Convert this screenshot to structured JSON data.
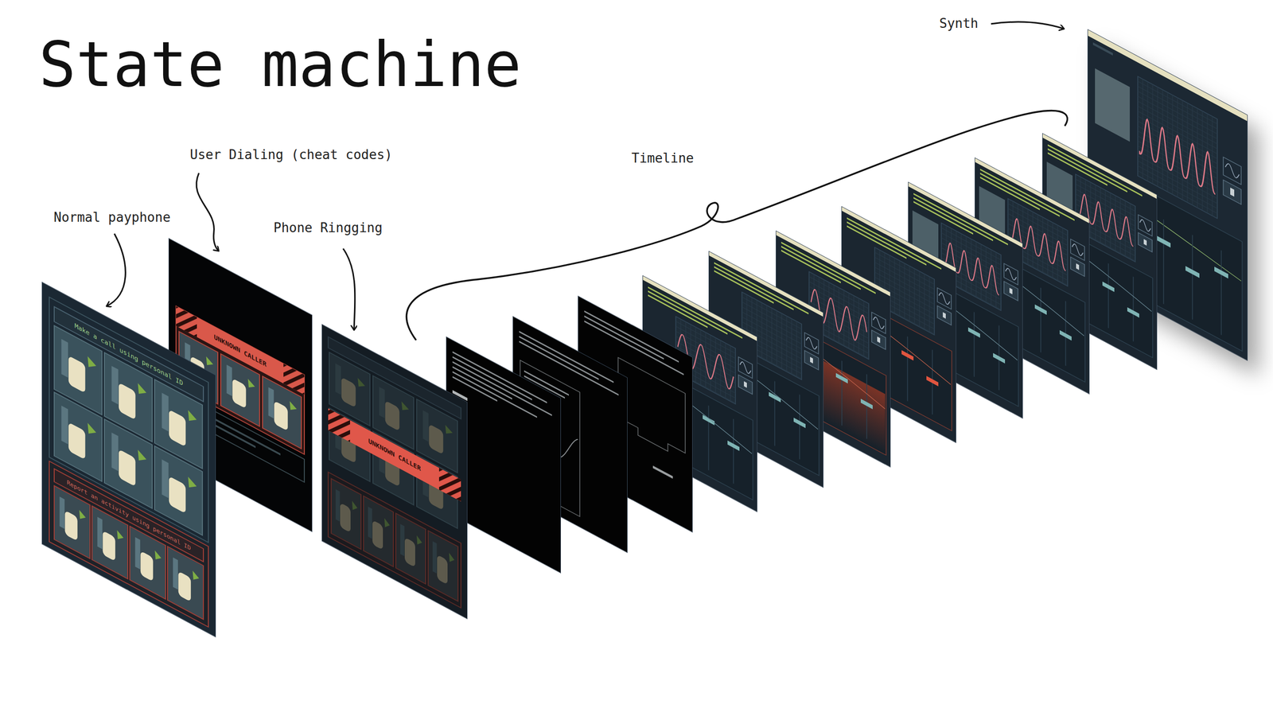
{
  "diagram": {
    "title": "State machine",
    "labels": [
      "Normal payphone",
      "User Dialing (cheat codes)",
      "Phone Ringging",
      "Timeline",
      "Synth",
      "Make a call using personal ID",
      "Report an activity using personal ID",
      "UNKNOWN CALLER",
      "UNKNOWN CALLER"
    ]
  }
}
